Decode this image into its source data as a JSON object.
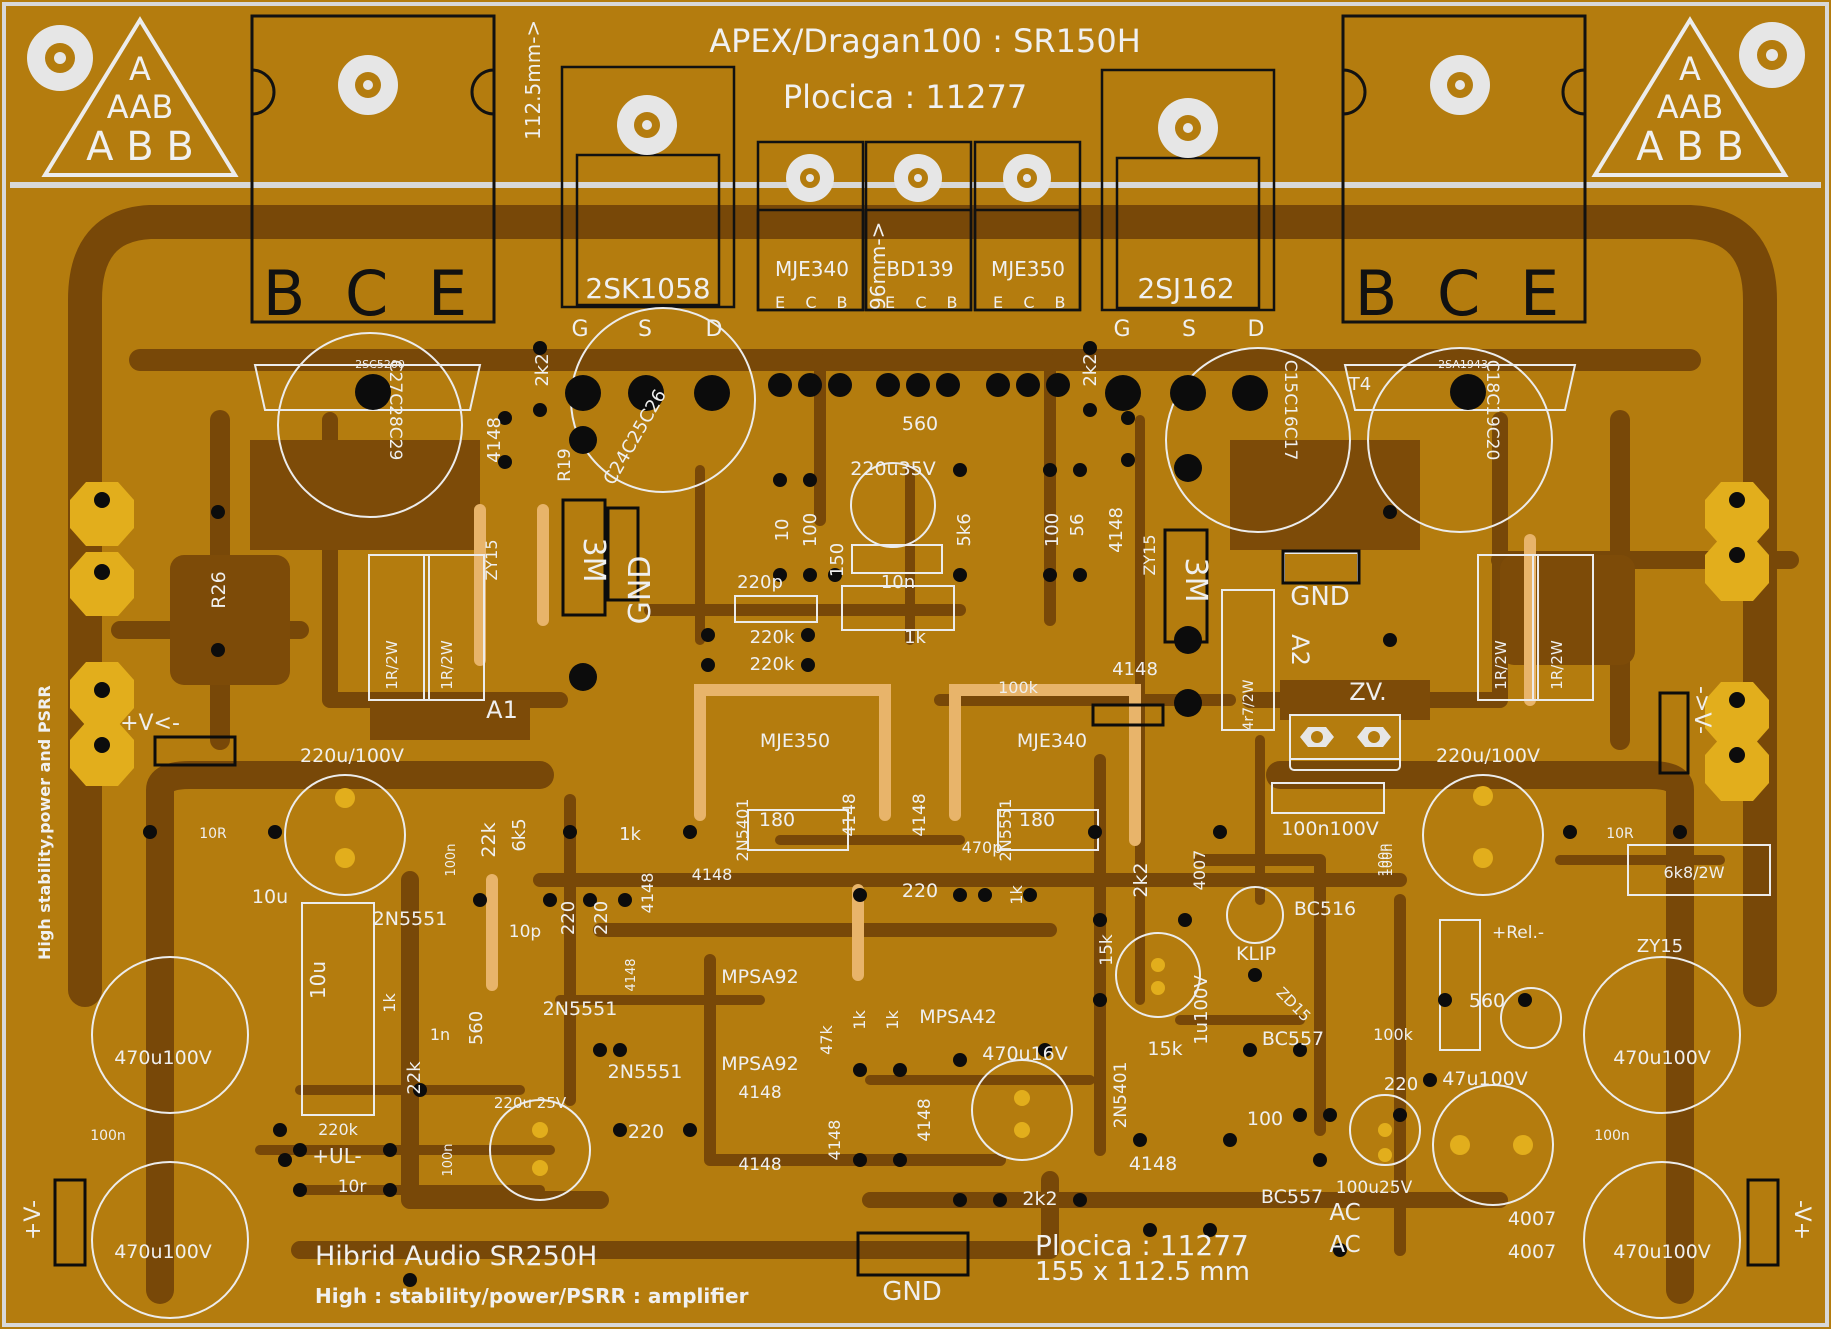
{
  "board": {
    "title": "APEX/Dragan100 : SR150H",
    "plocica_top": "Plocica : 11277",
    "plocica_bottom": "Plocica : 11277",
    "size_label": "155 x 112.5 mm",
    "brand": "Hibrid Audio SR250H",
    "tagline": "High : stability/power/PSRR : amplifier",
    "side_text": "High stability,power and PSRR",
    "dim_vertical": "112.5mm->",
    "dim_inner": "96mm->"
  },
  "logo": {
    "line1": "A",
    "line2": "AAB",
    "line3": "A B B"
  },
  "power_transistors": [
    {
      "pins": "B C E"
    },
    {
      "pins": "B C E"
    }
  ],
  "fets": [
    {
      "name": "2SK1058",
      "pins": [
        "G",
        "S",
        "D"
      ]
    },
    {
      "name": "2SJ162",
      "pins": [
        "G",
        "S",
        "D"
      ]
    }
  ],
  "drivers": [
    {
      "name": "MJE340",
      "pins": [
        "E",
        "C",
        "B"
      ]
    },
    {
      "name": "BD139",
      "pins": [
        "E",
        "C",
        "B"
      ]
    },
    {
      "name": "MJE350",
      "pins": [
        "E",
        "C",
        "B"
      ]
    }
  ],
  "labels": [
    {
      "id": "c-l1",
      "text": "2SC5200"
    },
    {
      "id": "c-l2",
      "text": "C27C28C29"
    },
    {
      "id": "c-l3",
      "text": "C24C25C26"
    },
    {
      "id": "c-l4",
      "text": "C15C16C17"
    },
    {
      "id": "c-l5",
      "text": "C18C19C20"
    },
    {
      "id": "c-l6",
      "text": "2SA1943"
    },
    {
      "id": "t4",
      "text": "T4"
    },
    {
      "id": "r-2k2a",
      "text": "2k2"
    },
    {
      "id": "r-2k2b",
      "text": "2k2"
    },
    {
      "id": "d-4148a",
      "text": "4148"
    },
    {
      "id": "r19",
      "text": "R19"
    },
    {
      "id": "res-3m-a",
      "text": "3M"
    },
    {
      "id": "res-3m-b",
      "text": "3M"
    },
    {
      "id": "gnd-a",
      "text": "GND"
    },
    {
      "id": "gnd-b",
      "text": "GND"
    },
    {
      "id": "gnd-c",
      "text": "GND"
    },
    {
      "id": "zy15a",
      "text": "ZY15"
    },
    {
      "id": "zy15b",
      "text": "ZY15"
    },
    {
      "id": "zy15c",
      "text": "ZY15"
    },
    {
      "id": "r26",
      "text": "R26"
    },
    {
      "id": "r1r2w-a",
      "text": "1R/2W"
    },
    {
      "id": "r1r2w-b",
      "text": "1R/2W"
    },
    {
      "id": "r1r2w-c",
      "text": "1R/2W"
    },
    {
      "id": "r1r2w-d",
      "text": "1R/2W"
    },
    {
      "id": "a1",
      "text": "A1"
    },
    {
      "id": "a2",
      "text": "A2"
    },
    {
      "id": "zv",
      "text": "ZV."
    },
    {
      "id": "r560a",
      "text": "560"
    },
    {
      "id": "c220u35",
      "text": "220u35V"
    },
    {
      "id": "r10",
      "text": "10"
    },
    {
      "id": "r100a",
      "text": "100"
    },
    {
      "id": "r150",
      "text": "150"
    },
    {
      "id": "r5k6",
      "text": "5k6"
    },
    {
      "id": "r100b",
      "text": "100"
    },
    {
      "id": "r56",
      "text": "56"
    },
    {
      "id": "d4148b",
      "text": "4148"
    },
    {
      "id": "c10n",
      "text": "10n"
    },
    {
      "id": "c220p",
      "text": "220p"
    },
    {
      "id": "r220ka",
      "text": "220k"
    },
    {
      "id": "r220kb",
      "text": "220k"
    },
    {
      "id": "r1ka",
      "text": "1k"
    },
    {
      "id": "r100k",
      "text": "100k"
    },
    {
      "id": "d4148c",
      "text": "4148"
    },
    {
      "id": "mje350b",
      "text": "MJE350"
    },
    {
      "id": "mje340b",
      "text": "MJE340"
    },
    {
      "id": "r4r7",
      "text": "4r7/2W"
    },
    {
      "id": "plus-v-a",
      "text": "+V<-"
    },
    {
      "id": "minus-v-a",
      "text": "->V-"
    },
    {
      "id": "c220u100a",
      "text": "220u/100V"
    },
    {
      "id": "c220u100b",
      "text": "220u/100V"
    },
    {
      "id": "r10ra",
      "text": "10R"
    },
    {
      "id": "r10rb",
      "text": "10R"
    },
    {
      "id": "c100na",
      "text": "100n"
    },
    {
      "id": "c100nb",
      "text": "100n"
    },
    {
      "id": "r22k",
      "text": "22k"
    },
    {
      "id": "r6k5",
      "text": "6k5"
    },
    {
      "id": "r1kb",
      "text": "1k"
    },
    {
      "id": "d4148d",
      "text": "4148"
    },
    {
      "id": "q2n5401a",
      "text": "2N5401"
    },
    {
      "id": "r180a",
      "text": "180"
    },
    {
      "id": "d4148e",
      "text": "4148"
    },
    {
      "id": "d4148f",
      "text": "4148"
    },
    {
      "id": "q2n5551a",
      "text": "2N5551"
    },
    {
      "id": "r180b",
      "text": "180"
    },
    {
      "id": "c470p",
      "text": "470p"
    },
    {
      "id": "r1kc",
      "text": "1k"
    },
    {
      "id": "r2k2c",
      "text": "2k2"
    },
    {
      "id": "d4007a",
      "text": "4007"
    },
    {
      "id": "c100n100v",
      "text": "100n100V"
    },
    {
      "id": "c100nc",
      "text": "100n"
    },
    {
      "id": "r6k8",
      "text": "6k8/2W"
    },
    {
      "id": "c10u-a",
      "text": "10u"
    },
    {
      "id": "c10u-b",
      "text": "10u"
    },
    {
      "id": "q2n5551b",
      "text": "2N5551"
    },
    {
      "id": "c10p",
      "text": "10p"
    },
    {
      "id": "r220a",
      "text": "220"
    },
    {
      "id": "r220b",
      "text": "220"
    },
    {
      "id": "d4148g",
      "text": "4148"
    },
    {
      "id": "d4148h",
      "text": "4148"
    },
    {
      "id": "r220c",
      "text": "220"
    },
    {
      "id": "r15ka",
      "text": "15k"
    },
    {
      "id": "c1u100",
      "text": "1u100V"
    },
    {
      "id": "klip",
      "text": "KLIP"
    },
    {
      "id": "bc516",
      "text": "BC516"
    },
    {
      "id": "rel",
      "text": "+Rel.-"
    },
    {
      "id": "r1kd",
      "text": "1k"
    },
    {
      "id": "mpsa92a",
      "text": "MPSA92"
    },
    {
      "id": "mpsa42",
      "text": "MPSA42"
    },
    {
      "id": "q2n5551c",
      "text": "2N5551"
    },
    {
      "id": "r560b",
      "text": "560"
    },
    {
      "id": "c1n",
      "text": "1n"
    },
    {
      "id": "r22kb",
      "text": "22k"
    },
    {
      "id": "r47k",
      "text": "47k"
    },
    {
      "id": "r1ke",
      "text": "1k"
    },
    {
      "id": "r1kf",
      "text": "1k"
    },
    {
      "id": "mpsa92b",
      "text": "MPSA92"
    },
    {
      "id": "q2n5551d",
      "text": "2N5551"
    },
    {
      "id": "c470u16",
      "text": "470u16V"
    },
    {
      "id": "r15kb",
      "text": "15k"
    },
    {
      "id": "bc557a",
      "text": "BC557"
    },
    {
      "id": "r100kb",
      "text": "100k"
    },
    {
      "id": "zd15",
      "text": "ZD15"
    },
    {
      "id": "r560c",
      "text": "560"
    },
    {
      "id": "c470u100a",
      "text": "470u100V"
    },
    {
      "id": "c470u100b",
      "text": "470u100V"
    },
    {
      "id": "c470u100c",
      "text": "470u100V"
    },
    {
      "id": "c470u100d",
      "text": "470u100V"
    },
    {
      "id": "c100nd",
      "text": "100n"
    },
    {
      "id": "c100ne",
      "text": "100n"
    },
    {
      "id": "r220kc",
      "text": "220k"
    },
    {
      "id": "ul",
      "text": "+UL-"
    },
    {
      "id": "r10r",
      "text": "10r"
    },
    {
      "id": "c100nf",
      "text": "100n"
    },
    {
      "id": "c220u25",
      "text": "220u 25V"
    },
    {
      "id": "r220d",
      "text": "220"
    },
    {
      "id": "d4148i",
      "text": "4148"
    },
    {
      "id": "d4148j",
      "text": "4148"
    },
    {
      "id": "d4148k",
      "text": "4148"
    },
    {
      "id": "d4148l",
      "text": "4148"
    },
    {
      "id": "r2k2d",
      "text": "2k2"
    },
    {
      "id": "q2n5401b",
      "text": "2N5401"
    },
    {
      "id": "d4148m",
      "text": "4148"
    },
    {
      "id": "r100c",
      "text": "100"
    },
    {
      "id": "r220e",
      "text": "220"
    },
    {
      "id": "c47u100",
      "text": "47u100V"
    },
    {
      "id": "c100u25",
      "text": "100u25V"
    },
    {
      "id": "bc557b",
      "text": "BC557"
    },
    {
      "id": "ac1",
      "text": "AC"
    },
    {
      "id": "ac2",
      "text": "AC"
    },
    {
      "id": "d4007b",
      "text": "4007"
    },
    {
      "id": "d4007c",
      "text": "4007"
    },
    {
      "id": "plus-v-b",
      "text": "+V-"
    },
    {
      "id": "minus-v-b",
      "text": "-V+"
    }
  ],
  "colors": {
    "board": "#b87f10",
    "trace": "#7a4a06",
    "silk": "#ececec",
    "pad": "#101010",
    "gold": "#e0ab1c",
    "highlight": "#e8b46a"
  }
}
